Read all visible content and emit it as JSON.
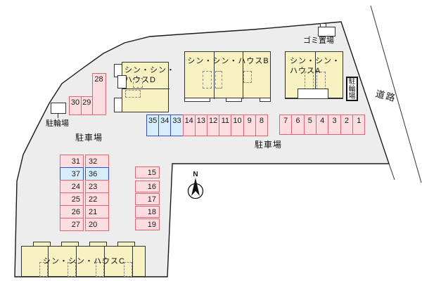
{
  "map": {
    "labels": {
      "road": "道路",
      "garbage_area": "ゴミ置場",
      "bicycle_parking_left": "駐輪場",
      "bicycle_parking_right": "駐輪場",
      "car_parking_left": "駐車場",
      "car_parking_middle": "駐車場",
      "north": "N"
    },
    "buildings": {
      "a": {
        "line1": "シン・シン・",
        "line2": "ハウスA"
      },
      "b": {
        "line1": "シン・シン・ハウスB"
      },
      "c": {
        "line1": "シン・シン・ハウスC"
      },
      "d": {
        "line1": "シン・シン・",
        "line2": "ハウスD"
      }
    },
    "parking": {
      "middle_row": [
        "35",
        "34",
        "33",
        "14",
        "13",
        "12",
        "11",
        "10",
        "9",
        "8"
      ],
      "right_row": [
        "7",
        "6",
        "5",
        "4",
        "3",
        "2",
        "1"
      ],
      "cluster_28_30": [
        "30",
        "29",
        "28"
      ],
      "left_block_col1": [
        "31",
        "37",
        "24",
        "25",
        "26",
        "27"
      ],
      "left_block_col2": [
        "32",
        "36",
        "23",
        "22",
        "21",
        "20"
      ],
      "column_15_19": [
        "15",
        "16",
        "17",
        "18",
        "19"
      ],
      "blue_spaces": [
        "33",
        "34",
        "35",
        "36",
        "37"
      ]
    },
    "colors": {
      "site_fill": "#ededee",
      "outline": "#1a1a1a",
      "building_fill": "#f8f1c2",
      "space_pink_fill": "#fcdde2",
      "space_pink_border": "#e0646f",
      "space_blue_fill": "#d8edfb",
      "space_blue_border": "#3450c2"
    }
  }
}
